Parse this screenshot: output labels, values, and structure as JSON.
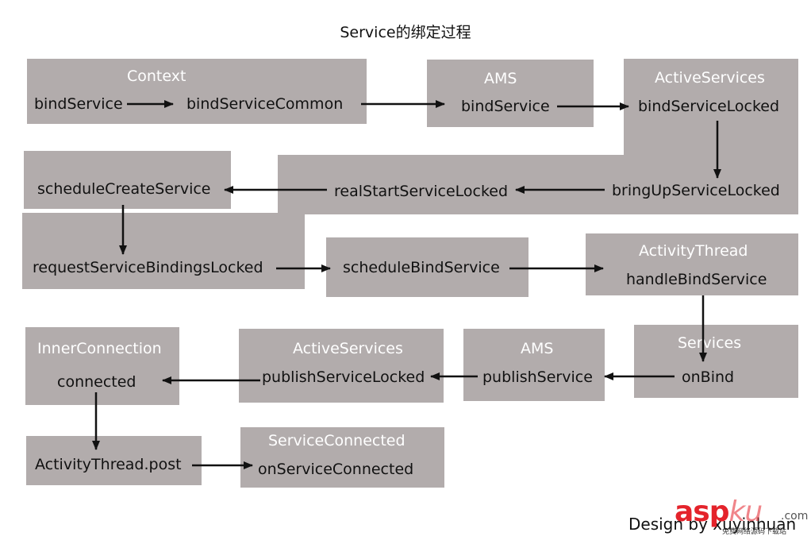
{
  "title": "Service的绑定过程",
  "nodes": {
    "context_title": "Context",
    "context_bindService": "bindService",
    "context_bindServiceCommon": "bindServiceCommon",
    "ams_title": "AMS",
    "ams_bindService": "bindService",
    "activeservices_title": "ActiveServices",
    "bindServiceLocked": "bindServiceLocked",
    "bringUpServiceLocked": "bringUpServiceLocked",
    "realStartServiceLocked": "realStartServiceLocked",
    "scheduleCreateService": "scheduleCreateService",
    "requestServiceBindingsLocked": "requestServiceBindingsLocked",
    "scheduleBindService": "scheduleBindService",
    "activitythread_title": "ActivityThread",
    "handleBindService": "handleBindService",
    "services_title": "Services",
    "onBind": "onBind",
    "ams2_title": "AMS",
    "publishService": "publishService",
    "activeservices2_title": "ActiveServices",
    "publishServiceLocked": "publishServiceLocked",
    "innerconnection_title": "InnerConnection",
    "connected": "connected",
    "activityThreadPost": "ActivityThread.post",
    "serviceconnected_title": "ServiceConnected",
    "onServiceConnected": "onServiceConnected"
  },
  "credit": "Design by xuyinhuan",
  "watermark": {
    "brand": "asp",
    "brand2": "ku",
    "domain": ".com",
    "tagline": "免费网络源码下载站"
  },
  "colors": {
    "box": "#b2acac",
    "arrow": "#111111",
    "title_text": "#ffffff",
    "method_text": "#111111",
    "watermark": "#e4232b"
  }
}
